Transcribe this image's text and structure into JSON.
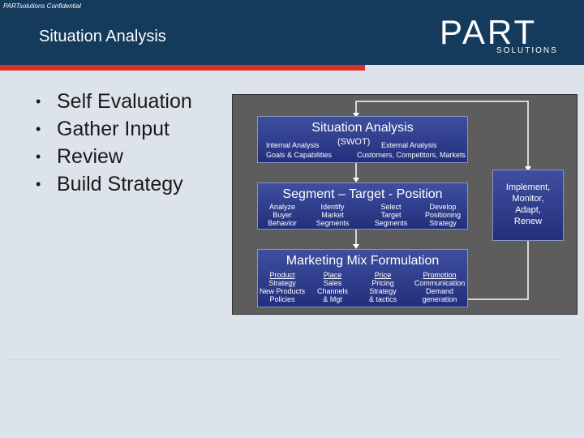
{
  "header": {
    "confidential": "PARTsolutions Confidential",
    "title": "Situation Analysis",
    "logo_main": "PART",
    "logo_sub": "SOLUTIONS"
  },
  "bullets": [
    "Self Evaluation",
    "Gather Input",
    "Review",
    "Build Strategy"
  ],
  "diagram": {
    "situation": {
      "title": "Situation Analysis",
      "internal": "Internal Analysis",
      "swot": "(SWOT)",
      "external": "External Analysis",
      "goals": "Goals & Capabilities",
      "customers": "Customers, Competitors, Markets"
    },
    "segment": {
      "title": "Segment – Target - Position",
      "cols": [
        [
          "Analyze",
          "Buyer",
          "Behavior"
        ],
        [
          "Identify",
          "Market",
          "Segments"
        ],
        [
          "Select",
          "Target",
          "Segments"
        ],
        [
          "Develop",
          "Positioning",
          "Strategy"
        ]
      ]
    },
    "mix": {
      "title": "Marketing Mix Formulation",
      "cols": [
        [
          "Product",
          "Strategy",
          "New Products",
          "Policies"
        ],
        [
          "Place",
          "Sales",
          "Channels",
          "& Mgt"
        ],
        [
          "Price",
          "Pricing",
          "Strategy",
          "& tactics"
        ],
        [
          "Promotion",
          "Communication",
          "Demand",
          "generation"
        ]
      ]
    },
    "implement": [
      "Implement,",
      "Monitor,",
      "Adapt,",
      "Renew"
    ]
  },
  "colors": {
    "header_bg": "#143a5c",
    "accent_red": "#d9302a",
    "box_blue": "#2a3888",
    "diagram_bg": "#5d5d5d"
  }
}
